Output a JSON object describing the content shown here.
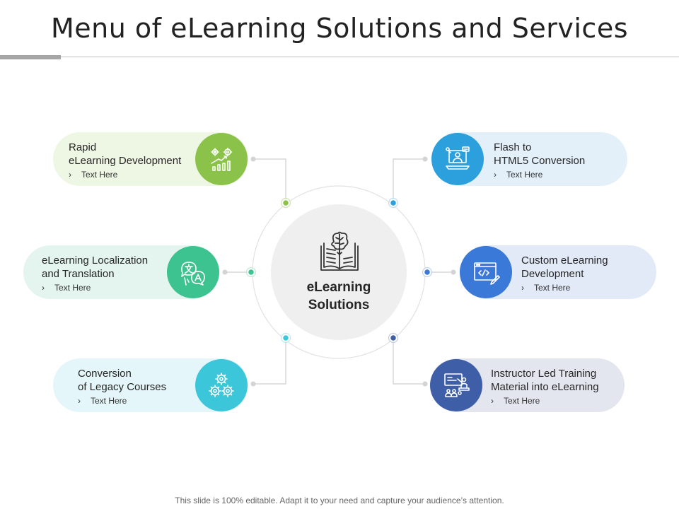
{
  "title": "Menu of eLearning Solutions and Services",
  "center": {
    "line1": "eLearning",
    "line2": "Solutions"
  },
  "items": [
    {
      "line1": "Rapid",
      "line2": "eLearning Development",
      "sub": "Text Here",
      "icon": "growth-chart-gears-icon",
      "color": "#8bc34a",
      "bg": "#eef6e4"
    },
    {
      "line1": "eLearning Localization",
      "line2": "and Translation",
      "sub": "Text Here",
      "icon": "translation-icon",
      "color": "#3dc38f",
      "bg": "#e3f5ee"
    },
    {
      "line1": "Conversion",
      "line2": "of Legacy Courses",
      "sub": "Text Here",
      "icon": "gears-icon",
      "color": "#3cc6d9",
      "bg": "#e4f6f9"
    },
    {
      "line1": "Flash to",
      "line2": "HTML5 Conversion",
      "sub": "Text Here",
      "icon": "laptop-user-icon",
      "color": "#2ba0dc",
      "bg": "#e3f0fa"
    },
    {
      "line1": "Custom eLearning",
      "line2": "Development",
      "sub": "Text Here",
      "icon": "code-editor-icon",
      "color": "#3a79d8",
      "bg": "#e2eaf8"
    },
    {
      "line1": "Instructor  Led Training",
      "line2": "Material into eLearning",
      "sub": "Text Here",
      "icon": "classroom-icon",
      "color": "#3f5ea8",
      "bg": "#e3e6ef"
    }
  ],
  "footer": "This slide is 100% editable. Adapt it to your need and capture your audience’s attention."
}
